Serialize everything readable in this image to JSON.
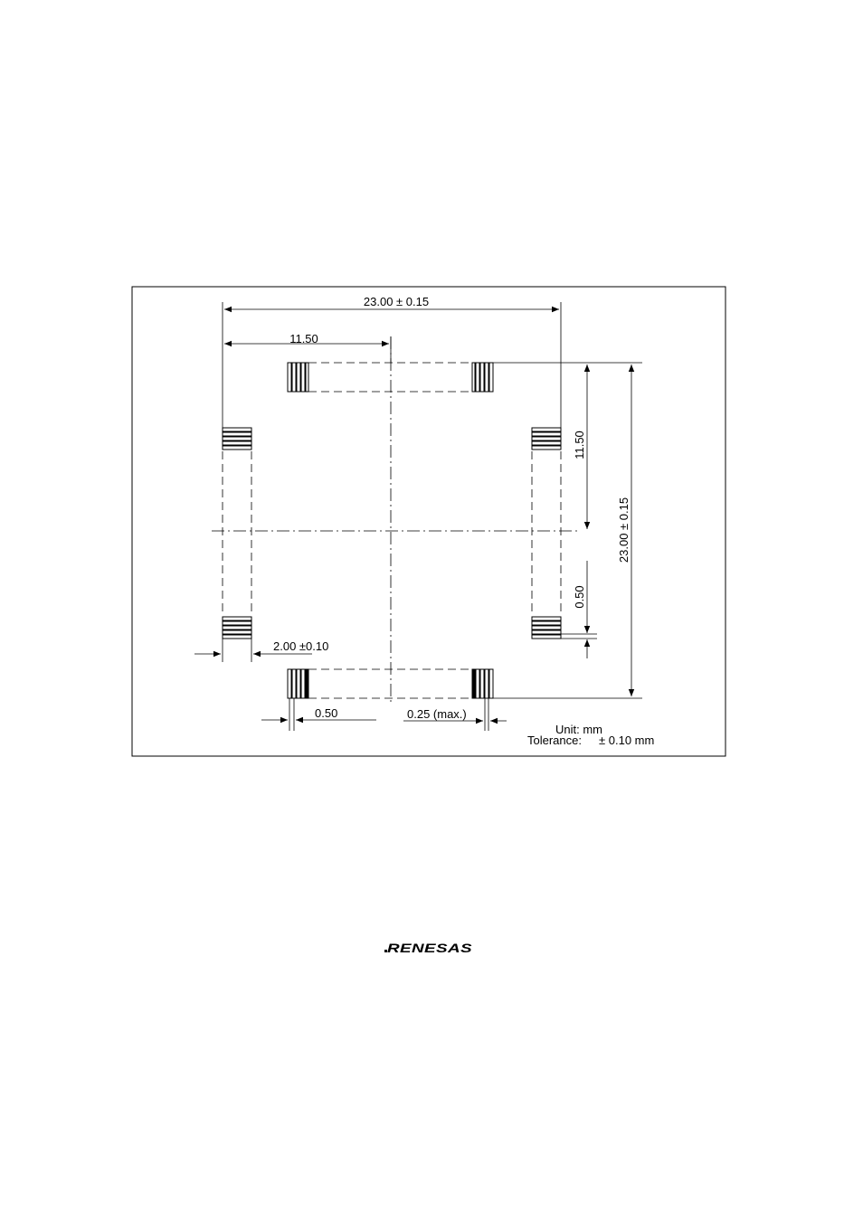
{
  "drawing": {
    "dimensions": {
      "overall_width": "23.00 ± 0.15",
      "half_width": "11.50",
      "half_height": "11.50",
      "overall_height": "23.00 ± 0.15",
      "pad_length": "2.00 ±0.10",
      "pitch_bottom": "0.50",
      "gap_max": "0.25 (max.)",
      "pitch_right": "0.50"
    },
    "notes": {
      "unit": "Unit: mm",
      "tolerance_label": "Tolerance:",
      "tolerance_value": "± 0.10 mm"
    }
  },
  "footer": {
    "logo_text": "RENESAS"
  }
}
